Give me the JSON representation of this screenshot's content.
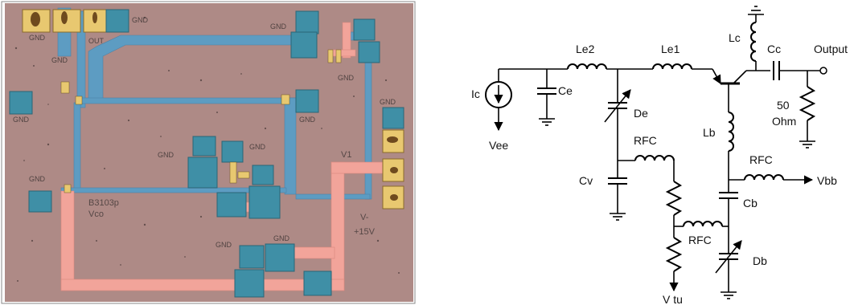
{
  "colors": {
    "substrate": "#b28e8a",
    "pad": "#3f8fa6",
    "pad_gold": "#e8c870",
    "metal_blue": "#5d9cc2",
    "metal_orange": "#f2a49a",
    "frame": "#ffffff"
  },
  "chip": {
    "pad_labels": [
      "GND",
      "GND",
      "OUT",
      "GND",
      "GND",
      "GND",
      "GND",
      "GND",
      "GND",
      "GND",
      "GND",
      "GND",
      "GND",
      "GND"
    ],
    "text_v1": "V1",
    "text_mark1": "B3103p",
    "text_mark2": "Vco",
    "text_v2": "V-",
    "text_v3": "+15V"
  },
  "schematic": {
    "labels": {
      "ic": "Ic",
      "vee": "Vee",
      "ce": "Ce",
      "le2": "Le2",
      "le1": "Le1",
      "de": "De",
      "cv": "Cv",
      "rfc1": "RFC",
      "rfc2": "RFC",
      "rfc3": "RFC",
      "vtu": "V tu",
      "lc": "Lc",
      "cc": "Cc",
      "output": "Output",
      "r50": "50",
      "ohm": "Ohm",
      "lb": "Lb",
      "vbb": "Vbb",
      "cb": "Cb",
      "db": "Db"
    }
  }
}
